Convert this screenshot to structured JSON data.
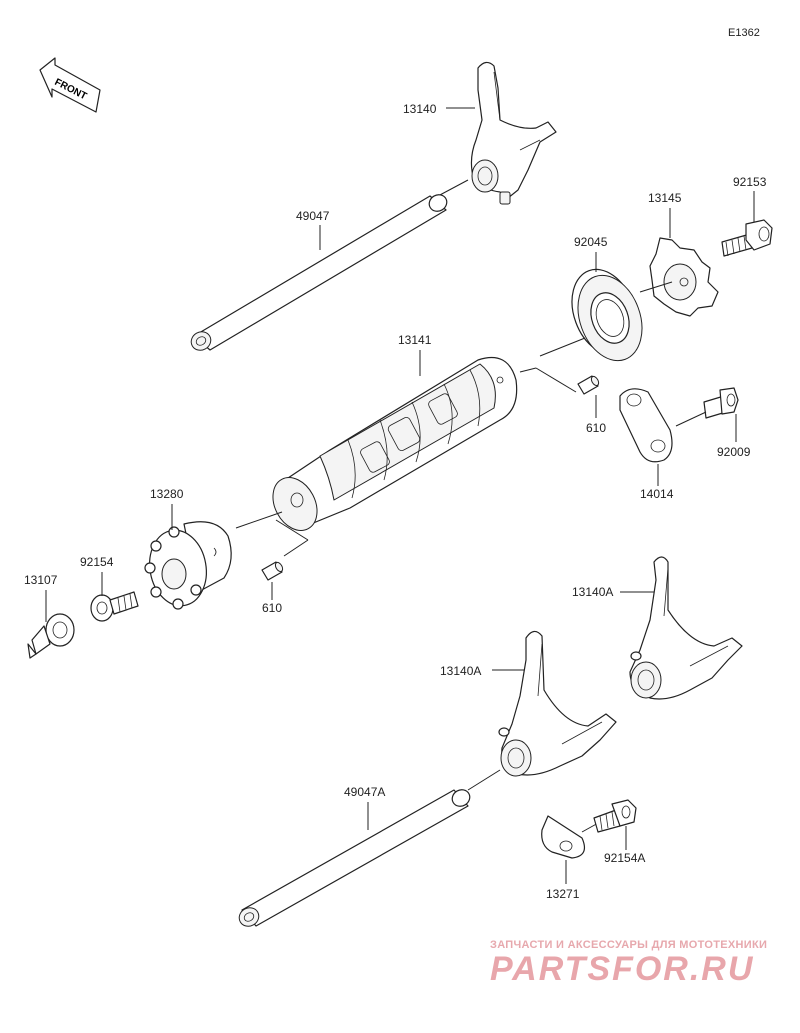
{
  "diagram_code": "E1362",
  "front_label": "FRONT",
  "parts": {
    "p13140": "13140",
    "p49047": "49047",
    "p13145": "13145",
    "p92153": "92153",
    "p92045": "92045",
    "p13141": "13141",
    "p610_a": "610",
    "p92009": "92009",
    "p14014": "14014",
    "p13280": "13280",
    "p92154": "92154",
    "p13107": "13107",
    "p610_b": "610",
    "p13140A_a": "13140A",
    "p13140A_b": "13140A",
    "p49047A": "49047A",
    "p92154A": "92154A",
    "p13271": "13271"
  },
  "watermark": {
    "tagline": "ЗАПЧАСТИ И АКСЕССУАРЫ ДЛЯ МОТОТЕХНИКИ",
    "logo": "PARTSFOR.RU",
    "color": "#e7a8ad"
  }
}
